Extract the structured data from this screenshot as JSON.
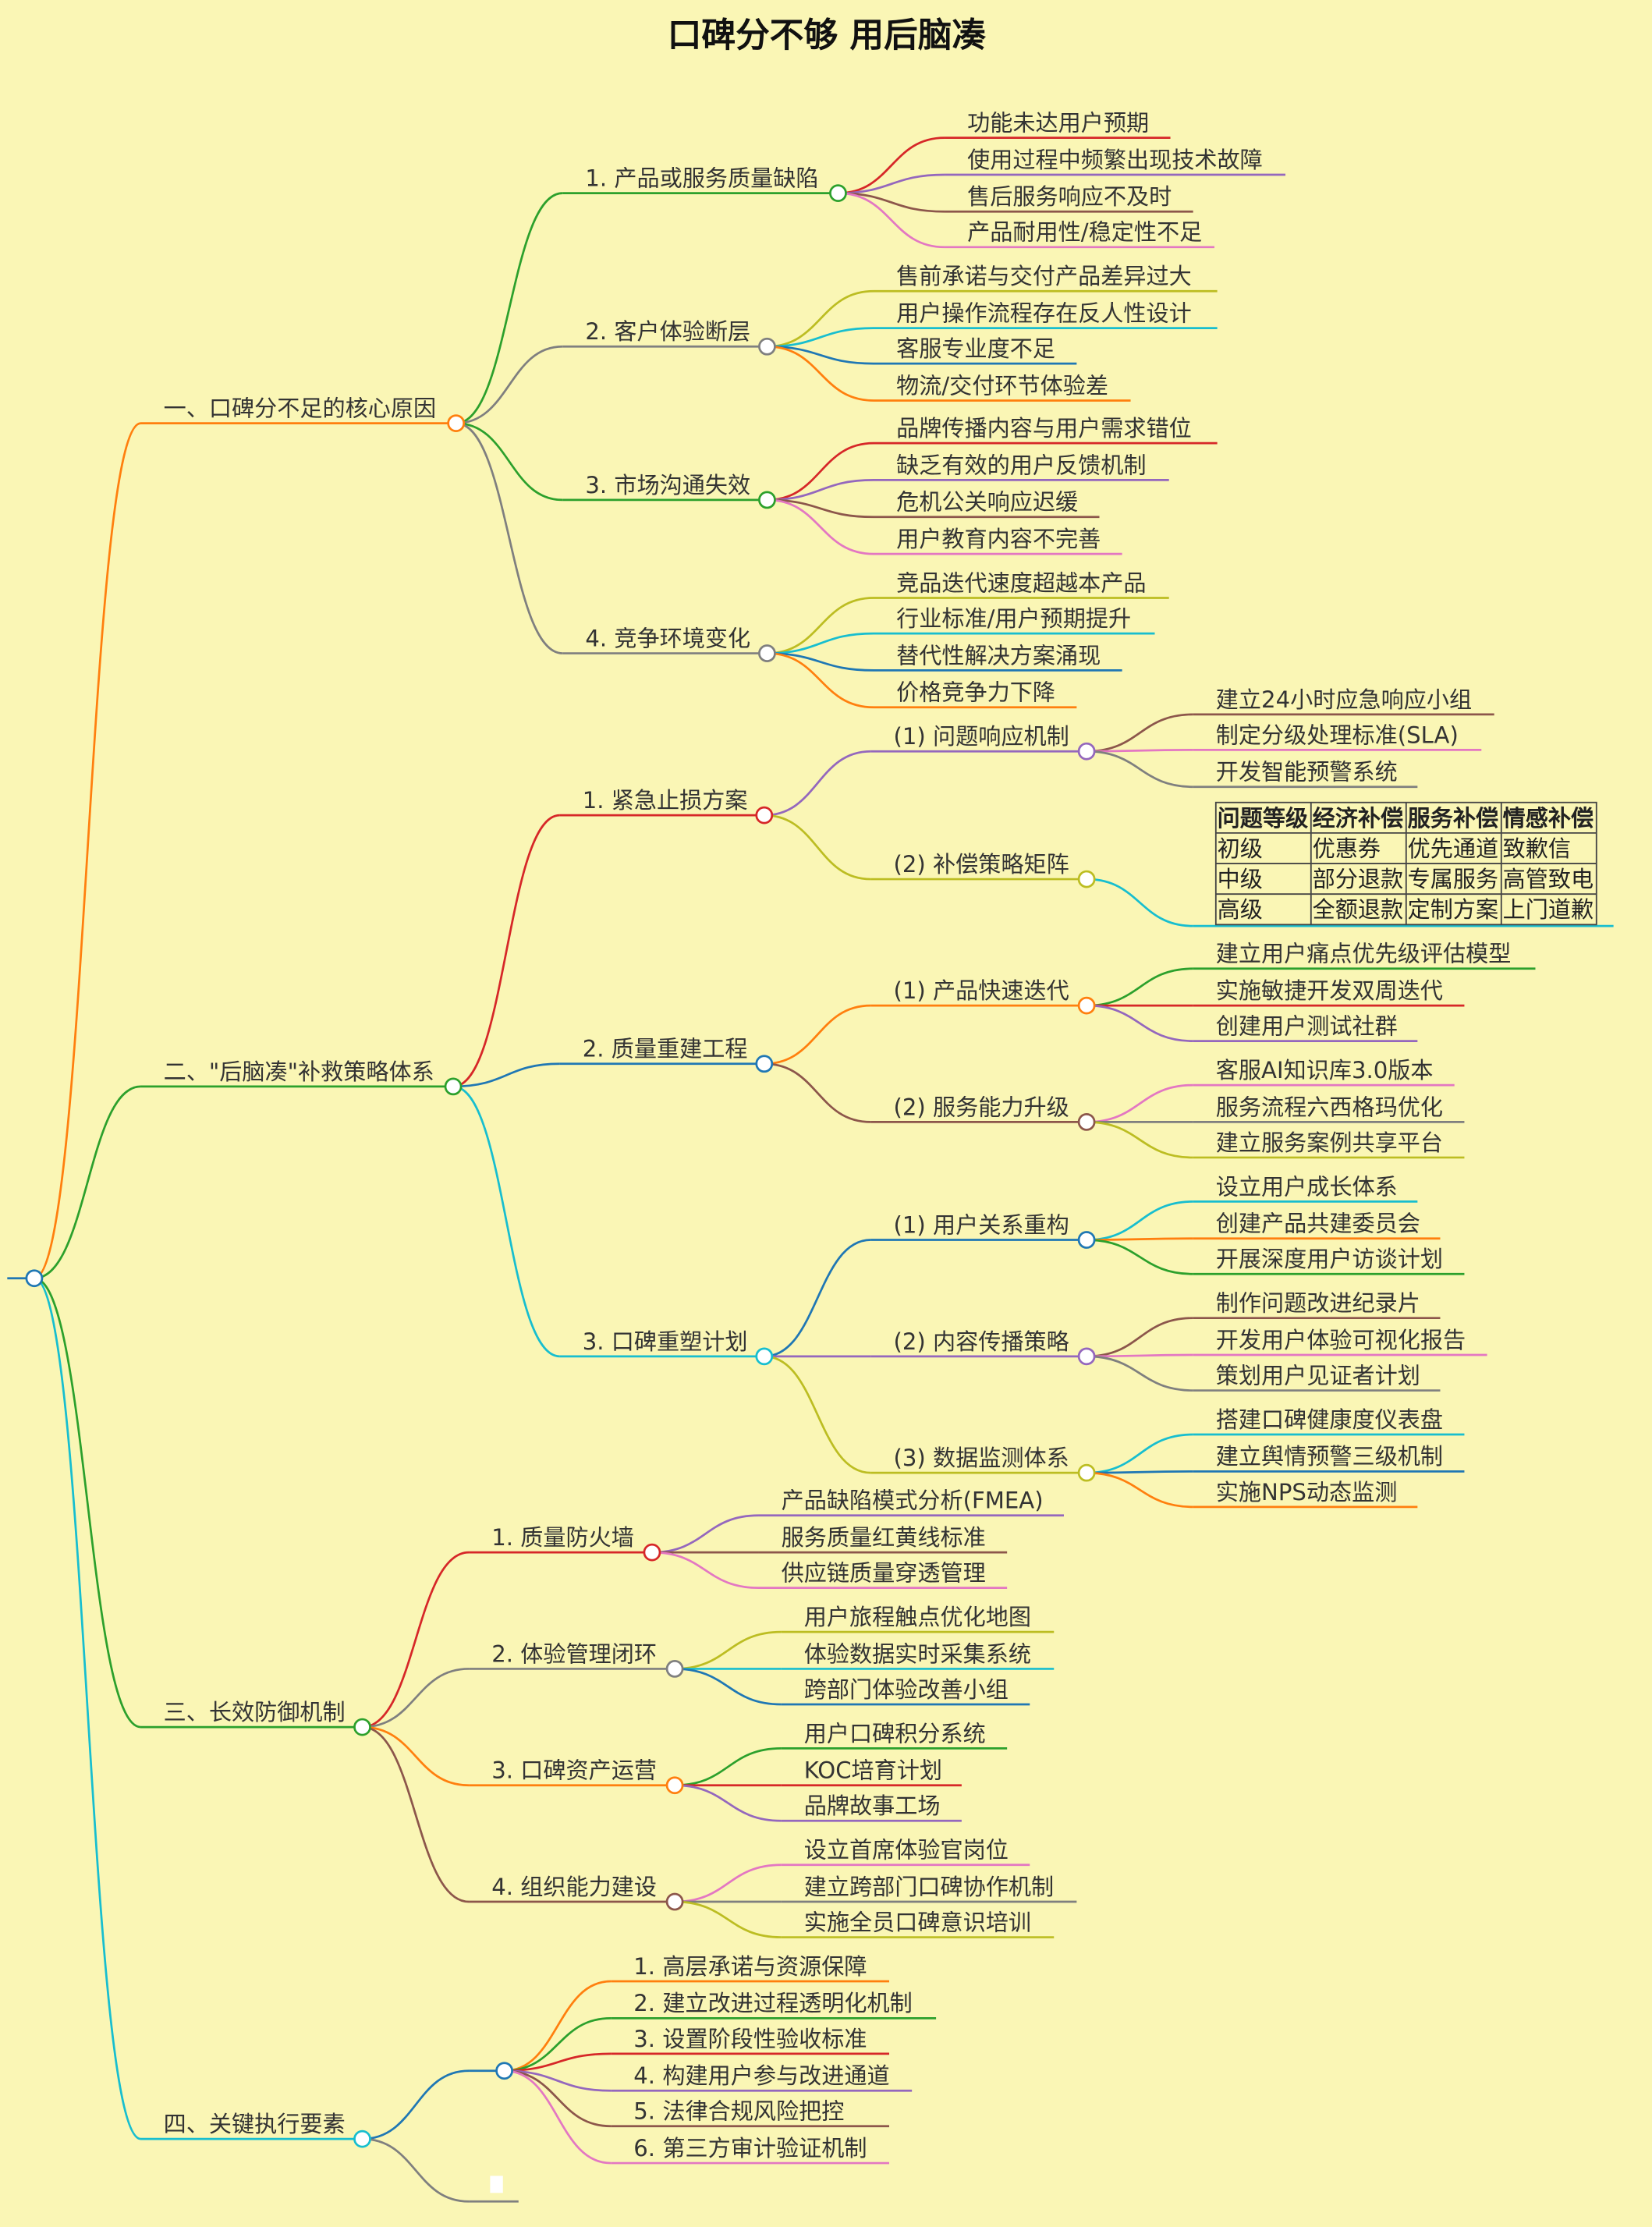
{
  "title": "口碑分不够 用后脑凑",
  "colors": {
    "background": "#faf6b5",
    "text": "#333333"
  },
  "mindmap": {
    "color": "#1f77b4",
    "children": [
      {
        "label": "一、口碑分不足的核心原因",
        "color": "#ff7f0e",
        "children": [
          {
            "label": "1. 产品或服务质量缺陷",
            "color": "#2ca02c",
            "children": [
              {
                "label": "功能未达用户预期",
                "color": "#d62728"
              },
              {
                "label": "使用过程中频繁出现技术故障",
                "color": "#9467bd"
              },
              {
                "label": "售后服务响应不及时",
                "color": "#8c564b"
              },
              {
                "label": "产品耐用性/稳定性不足",
                "color": "#e377c2"
              }
            ]
          },
          {
            "label": "2. 客户体验断层",
            "color": "#7f7f7f",
            "children": [
              {
                "label": "售前承诺与交付产品差异过大",
                "color": "#bcbd22"
              },
              {
                "label": "用户操作流程存在反人性设计",
                "color": "#17becf"
              },
              {
                "label": "客服专业度不足",
                "color": "#1f77b4"
              },
              {
                "label": "物流/交付环节体验差",
                "color": "#ff7f0e"
              }
            ]
          },
          {
            "label": "3. 市场沟通失效",
            "color": "#2ca02c",
            "children": [
              {
                "label": "品牌传播内容与用户需求错位",
                "color": "#d62728"
              },
              {
                "label": "缺乏有效的用户反馈机制",
                "color": "#9467bd"
              },
              {
                "label": "危机公关响应迟缓",
                "color": "#8c564b"
              },
              {
                "label": "用户教育内容不完善",
                "color": "#e377c2"
              }
            ]
          },
          {
            "label": "4. 竞争环境变化",
            "color": "#7f7f7f",
            "children": [
              {
                "label": "竞品迭代速度超越本产品",
                "color": "#bcbd22"
              },
              {
                "label": "行业标准/用户预期提升",
                "color": "#17becf"
              },
              {
                "label": "替代性解决方案涌现",
                "color": "#1f77b4"
              },
              {
                "label": "价格竞争力下降",
                "color": "#ff7f0e"
              }
            ]
          }
        ]
      },
      {
        "label": "二、\"后脑凑\"补救策略体系",
        "color": "#2ca02c",
        "children": [
          {
            "label": "1. 紧急止损方案",
            "color": "#d62728",
            "children": [
              {
                "label": "(1) 问题响应机制",
                "color": "#9467bd",
                "children": [
                  {
                    "label": "建立24小时应急响应小组",
                    "color": "#8c564b"
                  },
                  {
                    "label": "制定分级处理标准(SLA)",
                    "color": "#e377c2"
                  },
                  {
                    "label": "开发智能预警系统",
                    "color": "#7f7f7f"
                  }
                ]
              },
              {
                "label": "(2) 补偿策略矩阵",
                "color": "#bcbd22",
                "children": [
                  {
                    "color": "#17becf",
                    "table": {
                      "headers": [
                        "问题等级",
                        "经济补偿",
                        "服务补偿",
                        "情感补偿"
                      ],
                      "rows": [
                        [
                          "初级",
                          "优惠券",
                          "优先通道",
                          "致歉信"
                        ],
                        [
                          "中级",
                          "部分退款",
                          "专属服务",
                          "高管致电"
                        ],
                        [
                          "高级",
                          "全额退款",
                          "定制方案",
                          "上门道歉"
                        ]
                      ]
                    }
                  }
                ]
              }
            ]
          },
          {
            "label": "2. 质量重建工程",
            "color": "#1f77b4",
            "children": [
              {
                "label": "(1) 产品快速迭代",
                "color": "#ff7f0e",
                "children": [
                  {
                    "label": "建立用户痛点优先级评估模型",
                    "color": "#2ca02c"
                  },
                  {
                    "label": "实施敏捷开发双周迭代",
                    "color": "#d62728"
                  },
                  {
                    "label": "创建用户测试社群",
                    "color": "#9467bd"
                  }
                ]
              },
              {
                "label": "(2) 服务能力升级",
                "color": "#8c564b",
                "children": [
                  {
                    "label": "客服AI知识库3.0版本",
                    "color": "#e377c2"
                  },
                  {
                    "label": "服务流程六西格玛优化",
                    "color": "#7f7f7f"
                  },
                  {
                    "label": "建立服务案例共享平台",
                    "color": "#bcbd22"
                  }
                ]
              }
            ]
          },
          {
            "label": "3. 口碑重塑计划",
            "color": "#17becf",
            "children": [
              {
                "label": "(1) 用户关系重构",
                "color": "#1f77b4",
                "children": [
                  {
                    "label": "设立用户成长体系",
                    "color": "#17becf"
                  },
                  {
                    "label": "创建产品共建委员会",
                    "color": "#ff7f0e"
                  },
                  {
                    "label": "开展深度用户访谈计划",
                    "color": "#2ca02c"
                  }
                ]
              },
              {
                "label": "(2) 内容传播策略",
                "color": "#9467bd",
                "children": [
                  {
                    "label": "制作问题改进纪录片",
                    "color": "#8c564b"
                  },
                  {
                    "label": "开发用户体验可视化报告",
                    "color": "#e377c2"
                  },
                  {
                    "label": "策划用户见证者计划",
                    "color": "#7f7f7f"
                  }
                ]
              },
              {
                "label": "(3) 数据监测体系",
                "color": "#bcbd22",
                "children": [
                  {
                    "label": "搭建口碑健康度仪表盘",
                    "color": "#17becf"
                  },
                  {
                    "label": "建立舆情预警三级机制",
                    "color": "#1f77b4"
                  },
                  {
                    "label": "实施NPS动态监测",
                    "color": "#ff7f0e"
                  }
                ]
              }
            ]
          }
        ]
      },
      {
        "label": "三、长效防御机制",
        "color": "#2ca02c",
        "children": [
          {
            "label": "1. 质量防火墙",
            "color": "#d62728",
            "children": [
              {
                "label": "产品缺陷模式分析(FMEA)",
                "color": "#9467bd"
              },
              {
                "label": "服务质量红黄线标准",
                "color": "#8c564b"
              },
              {
                "label": "供应链质量穿透管理",
                "color": "#e377c2"
              }
            ]
          },
          {
            "label": "2. 体验管理闭环",
            "color": "#7f7f7f",
            "children": [
              {
                "label": "用户旅程触点优化地图",
                "color": "#bcbd22"
              },
              {
                "label": "体验数据实时采集系统",
                "color": "#17becf"
              },
              {
                "label": "跨部门体验改善小组",
                "color": "#1f77b4"
              }
            ]
          },
          {
            "label": "3. 口碑资产运营",
            "color": "#ff7f0e",
            "children": [
              {
                "label": "用户口碑积分系统",
                "color": "#2ca02c"
              },
              {
                "label": "KOC培育计划",
                "color": "#d62728"
              },
              {
                "label": "品牌故事工场",
                "color": "#9467bd"
              }
            ]
          },
          {
            "label": "4. 组织能力建设",
            "color": "#8c564b",
            "children": [
              {
                "label": "设立首席体验官岗位",
                "color": "#e377c2"
              },
              {
                "label": "建立跨部门口碑协作机制",
                "color": "#7f7f7f"
              },
              {
                "label": "实施全员口碑意识培训",
                "color": "#bcbd22"
              }
            ]
          }
        ]
      },
      {
        "label": "四、关键执行要素",
        "color": "#17becf",
        "children": [
          {
            "label": "",
            "color": "#1f77b4",
            "children": [
              {
                "label": "1. 高层承诺与资源保障",
                "color": "#ff7f0e"
              },
              {
                "label": "2. 建立改进过程透明化机制",
                "color": "#2ca02c"
              },
              {
                "label": "3. 设置阶段性验收标准",
                "color": "#d62728"
              },
              {
                "label": "4. 构建用户参与改进通道",
                "color": "#9467bd"
              },
              {
                "label": "5. 法律合规风险把控",
                "color": "#8c564b"
              },
              {
                "label": "6. 第三方审计验证机制",
                "color": "#e377c2"
              }
            ]
          },
          {
            "label": "",
            "color": "#7f7f7f"
          }
        ]
      }
    ]
  }
}
